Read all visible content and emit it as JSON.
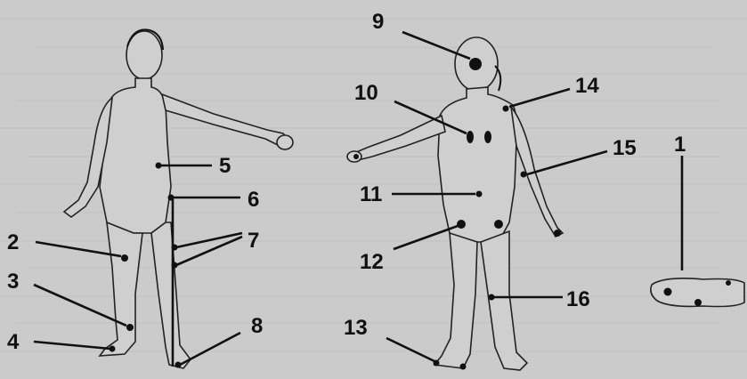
{
  "figure": {
    "labels": [
      {
        "id": "label-1",
        "text": "1"
      },
      {
        "id": "label-2",
        "text": "2"
      },
      {
        "id": "label-3",
        "text": "3"
      },
      {
        "id": "label-4",
        "text": "4"
      },
      {
        "id": "label-5",
        "text": "5"
      },
      {
        "id": "label-6",
        "text": "6"
      },
      {
        "id": "label-7",
        "text": "7"
      },
      {
        "id": "label-8",
        "text": "8"
      },
      {
        "id": "label-9",
        "text": "9"
      },
      {
        "id": "label-10",
        "text": "10"
      },
      {
        "id": "label-11",
        "text": "11"
      },
      {
        "id": "label-12",
        "text": "12"
      },
      {
        "id": "label-13",
        "text": "13"
      },
      {
        "id": "label-14",
        "text": "14"
      },
      {
        "id": "label-15",
        "text": "15"
      },
      {
        "id": "label-16",
        "text": "16"
      }
    ]
  }
}
